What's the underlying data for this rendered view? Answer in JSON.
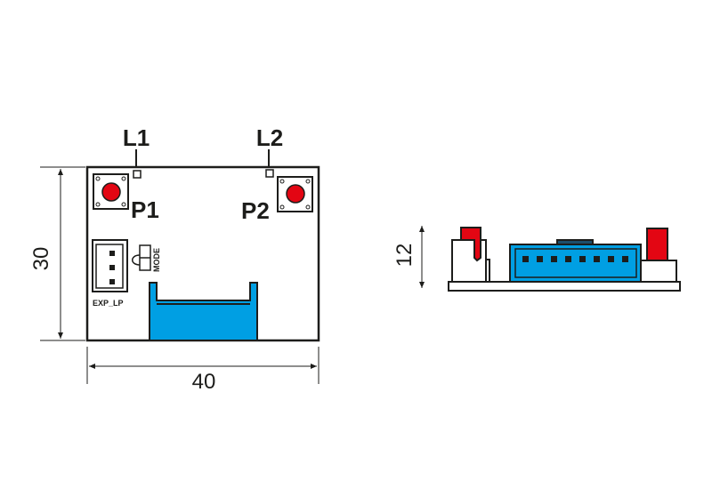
{
  "front_view": {
    "width_dim": "40",
    "height_dim": "30",
    "led_labels": [
      "L1",
      "L2"
    ],
    "button_labels": [
      "P1",
      "P2"
    ],
    "connector_label": "EXP_LP",
    "jumper_label": "MODE"
  },
  "side_view": {
    "height_dim": "12",
    "pin_count": 8
  },
  "colors": {
    "button": "#e30613",
    "connector": "#009fe3",
    "outline": "#1d1d1b"
  }
}
